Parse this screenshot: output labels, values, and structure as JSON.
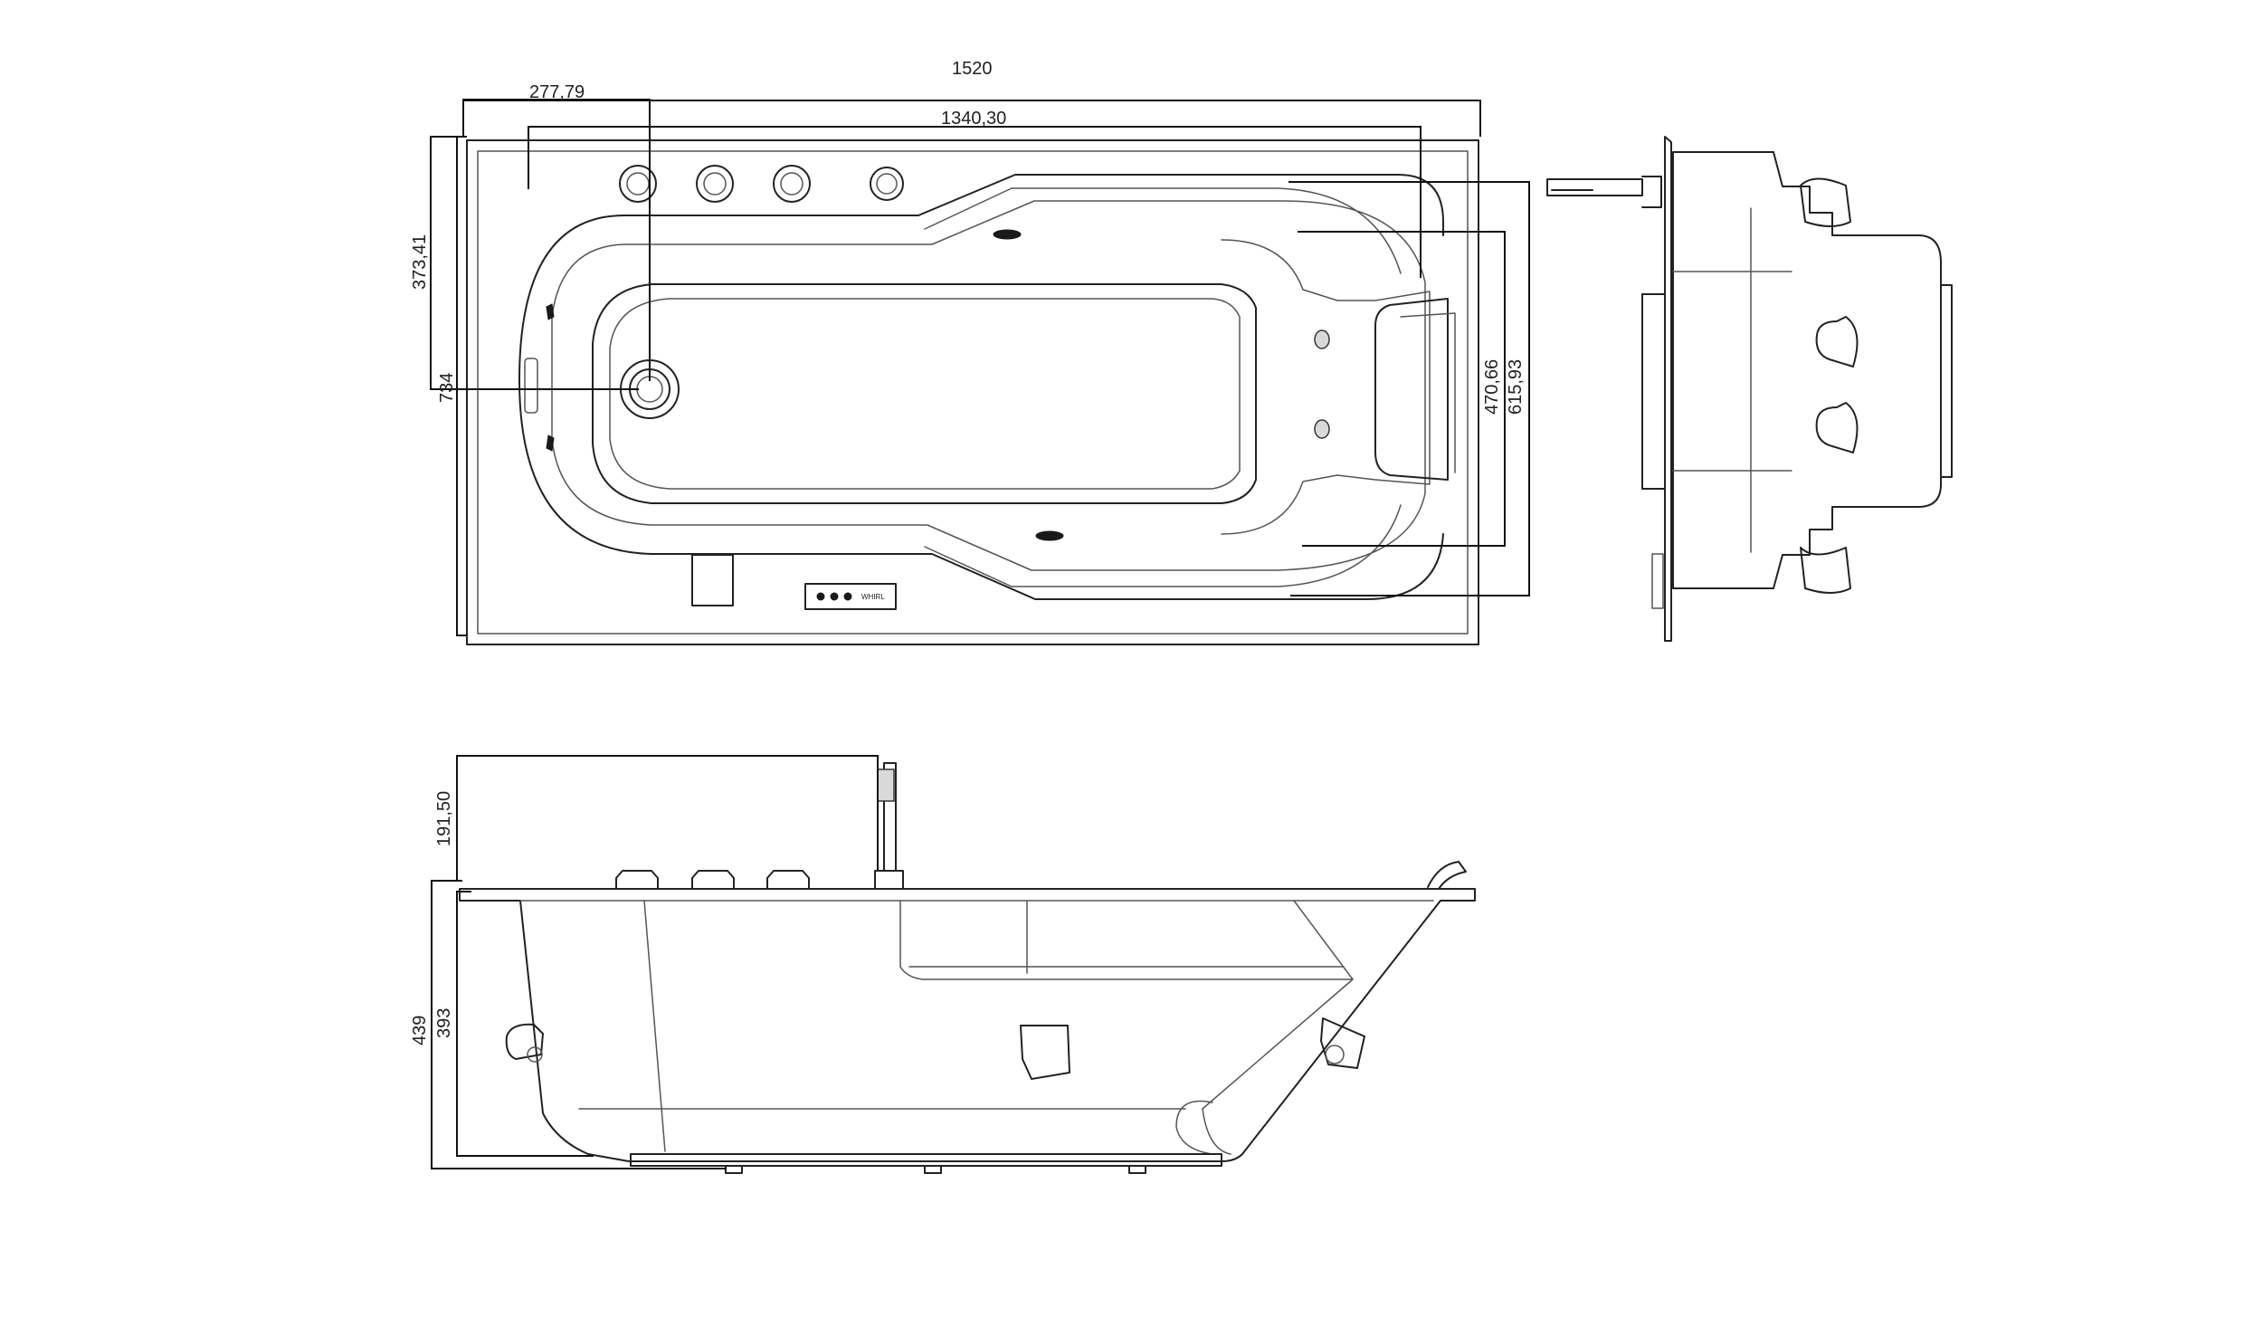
{
  "diagram": {
    "top_view": {
      "dimensions": {
        "overall_length": "1520",
        "inner_length": "1340,30",
        "drain_offset_x": "277,79",
        "drain_offset_y": "373,41",
        "overall_width": "734",
        "headrest_width": "470,66",
        "rim_width": "615,93"
      },
      "control_panel_label": "WHIRL"
    },
    "side_view": {
      "dimensions": {
        "shower_height": "191,50",
        "overall_height": "439",
        "basin_depth": "393"
      }
    }
  }
}
